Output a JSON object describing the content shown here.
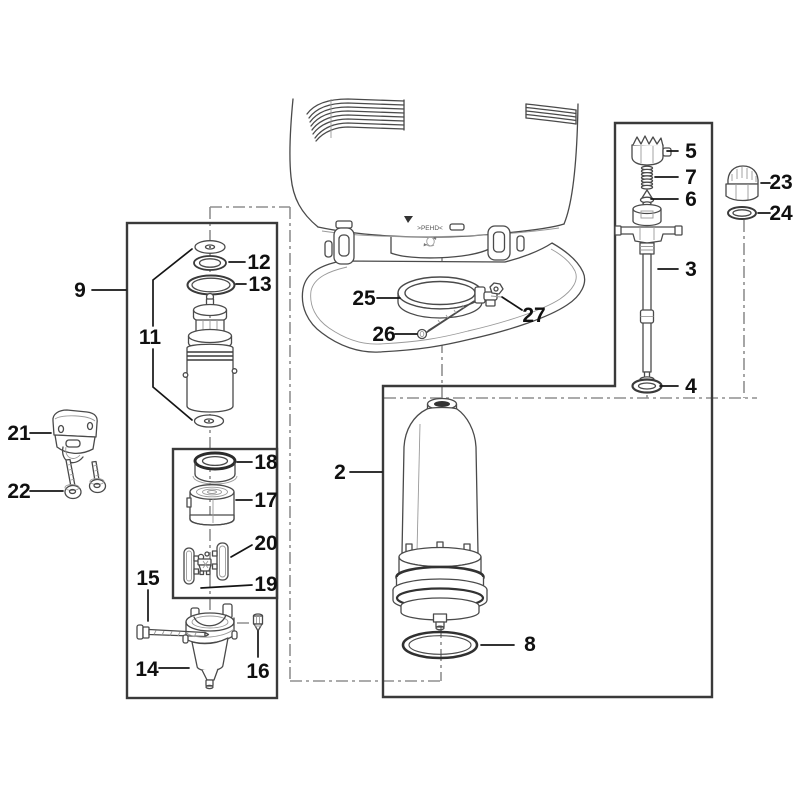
{
  "diagram": {
    "type": "exploded-parts-diagram",
    "subject": "backpack-sprayer tank, pump piston and filter assembly",
    "background": "#ffffff",
    "colors": {
      "line": "#4a4a4a",
      "box_outline": "#3a3a3a",
      "chain_line": "#8f8f8f",
      "leader_line": "#151515",
      "label_text": "#101010",
      "dark_fill": "#303030"
    },
    "labels": {
      "p2": "2",
      "p3": "3",
      "p4": "4",
      "p5": "5",
      "p6": "6",
      "p7": "7",
      "p8": "8",
      "p9": "9",
      "p11": "11",
      "p12": "12",
      "p13": "13",
      "p14": "14",
      "p15": "15",
      "p16": "16",
      "p17": "17",
      "p18": "18",
      "p19": "19",
      "p20": "20",
      "p21": "21",
      "p22": "22",
      "p23": "23",
      "p24": "24",
      "p25": "25",
      "p26": "26",
      "p27": "27"
    },
    "tank_markings": {
      "material_code": ">PEHD<",
      "recycle_icon": "recycle-arrows"
    }
  }
}
